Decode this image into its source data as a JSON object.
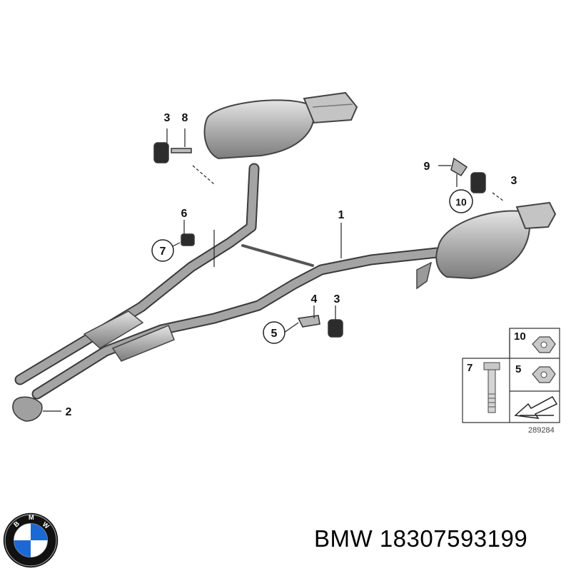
{
  "diagram": {
    "callouts": [
      "3",
      "8",
      "9",
      "3",
      "10",
      "6",
      "7",
      "1",
      "4",
      "3",
      "5",
      "2"
    ],
    "legend": {
      "cells": [
        "10",
        "7",
        "5"
      ],
      "reference_number": "289284"
    }
  },
  "caption": {
    "brand": "BMW",
    "part_number": "18307593199"
  },
  "logo": {
    "letters": "BMW",
    "colors": {
      "blue": "#1c69d4",
      "white": "#ffffff",
      "ring": "#111111"
    }
  }
}
